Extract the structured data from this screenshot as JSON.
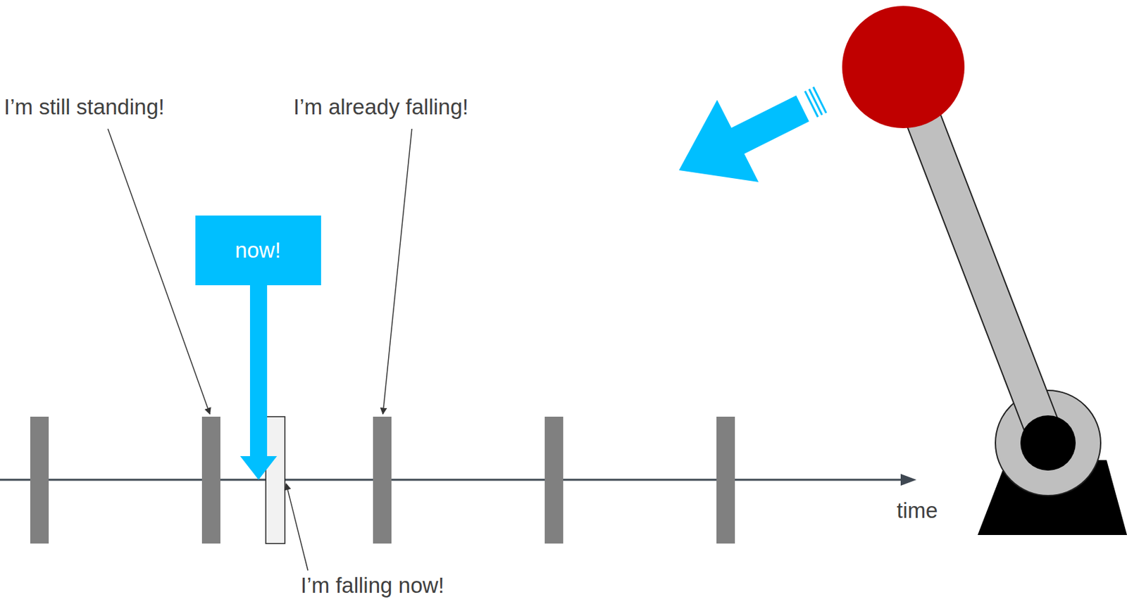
{
  "diagram": {
    "nodes": [
      {
        "text": [
          "now!"
        ]
      }
    ],
    "labels": [
      "I’m still standing!",
      "I’m already falling!",
      "I’m falling now!",
      "time"
    ]
  }
}
